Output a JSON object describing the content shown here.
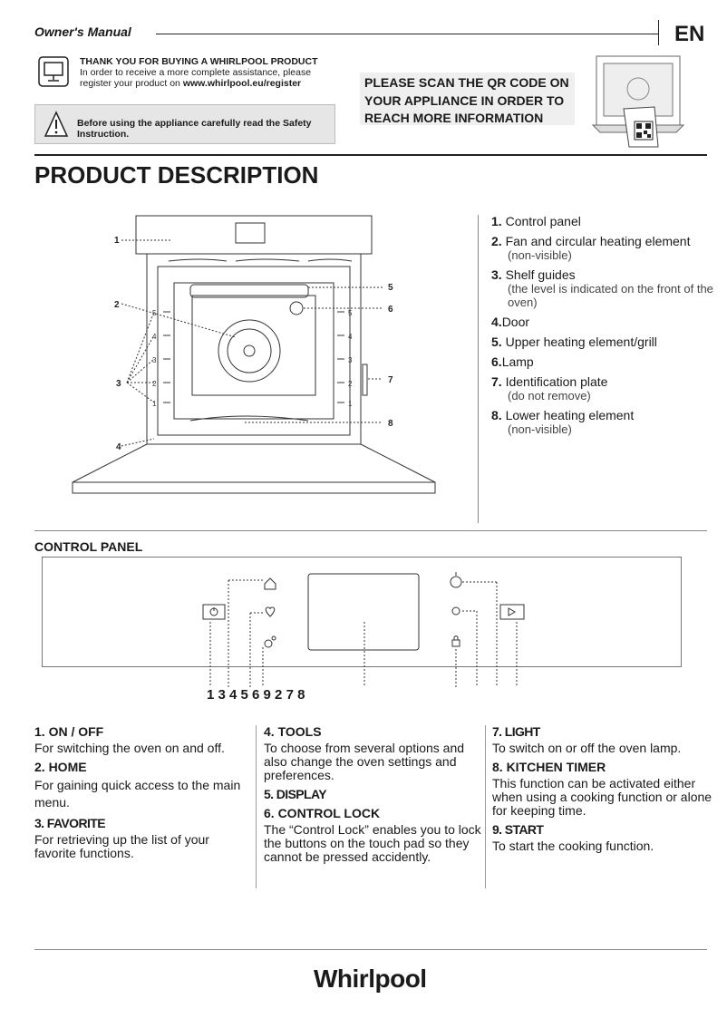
{
  "header": {
    "manual": "Owner's Manual",
    "lang": "EN"
  },
  "register": {
    "title": "THANK YOU FOR BUYING A WHIRLPOOL PRODUCT",
    "line1": "In order to receive a more complete assistance, please",
    "line2": "register your product on",
    "url": "www.whirlpool.eu/register"
  },
  "safety": {
    "text": "Before using the appliance carefully read the Safety Instruction."
  },
  "qr": {
    "text": "PLEASE SCAN THE QR CODE ON YOUR APPLIANCE IN ORDER TO REACH MORE INFORMATION"
  },
  "product": {
    "title": "PRODUCT DESCRIPTION"
  },
  "legend": [
    {
      "n": "1.",
      "label": "Control panel",
      "sub": ""
    },
    {
      "n": "2.",
      "label": " Fan and circular heating element",
      "sub": "(non-visible)"
    },
    {
      "n": "3.",
      "label": "Shelf guides",
      "sub": "(the level is indicated on the front of the oven)"
    },
    {
      "n": "4.",
      "label": "Door",
      "sub": ""
    },
    {
      "n": "5.",
      "label": "Upper heating element/grill",
      "sub": ""
    },
    {
      "n": "6.",
      "label": "Lamp",
      "sub": ""
    },
    {
      "n": "7.",
      "label": "Identification plate",
      "sub": "(do not remove)"
    },
    {
      "n": "8.",
      "label": "Lower heating element",
      "sub": "(non-visible)"
    }
  ],
  "control": {
    "title": "CONTROL PANEL",
    "numbers": "1 3 4 5 6 9 2 7   8"
  },
  "functions": {
    "c1": [
      {
        "h": "1. ON / OFF",
        "t": "For switching the oven on and off."
      },
      {
        "h": "2. HOME",
        "t": "For gaining quick access to the main menu."
      },
      {
        "h": "3. FAVORITE",
        "t": "For retrieving up the list of your favorite functions."
      }
    ],
    "c2": [
      {
        "h": "4. TOOLS",
        "t": "To choose from several options and also change the oven settings and preferences."
      },
      {
        "h": "5. DISPLAY",
        "t": ""
      },
      {
        "h": "6. CONTROL LOCK",
        "t": "The “Control Lock” enables you to lock the buttons on the touch pad so they cannot be pressed accidently."
      }
    ],
    "c3": [
      {
        "h": "7. LIGHT",
        "t": "To switch on or off the oven lamp."
      },
      {
        "h": "8. KITCHEN TIMER",
        "t": "This function can be activated either when using a cooking function or alone for keeping time."
      },
      {
        "h": "9. START",
        "t": "To start the cooking function."
      }
    ]
  },
  "footer": {
    "brand": "Whirlpool"
  }
}
